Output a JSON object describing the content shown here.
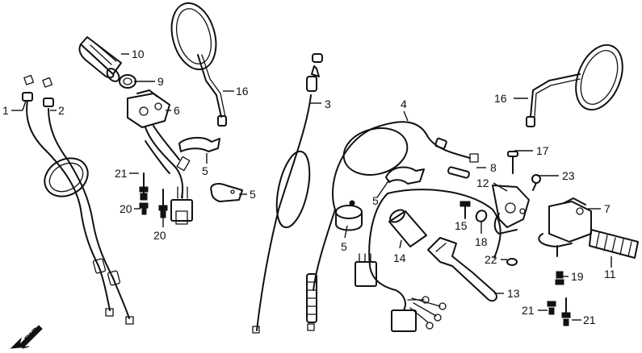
{
  "diagram": {
    "fwd_label": "FWD",
    "callouts": {
      "c1": "1",
      "c2": "2",
      "c3": "3",
      "c4": "4",
      "c5a": "5",
      "c5b": "5",
      "c5c": "5",
      "c5d": "5",
      "c6": "6",
      "c7": "7",
      "c8": "8",
      "c9": "9",
      "c10": "10",
      "c11": "11",
      "c12": "12",
      "c13": "13",
      "c14": "14",
      "c15": "15",
      "c16a": "16",
      "c16b": "16",
      "c17": "17",
      "c18": "18",
      "c19": "19",
      "c20a": "20",
      "c20b": "20",
      "c21a": "21",
      "c21b": "21",
      "c21c": "21",
      "c22": "22",
      "c23": "23"
    }
  }
}
